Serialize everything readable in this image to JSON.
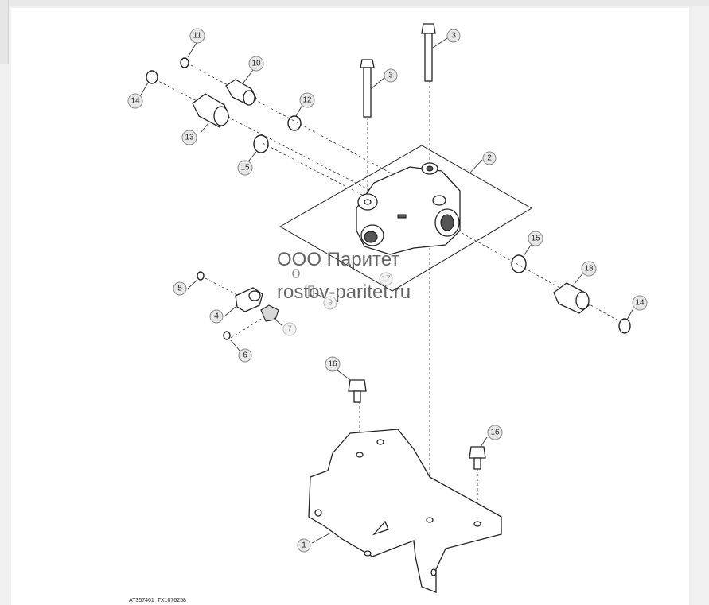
{
  "watermark": {
    "line1": "ООО Паритет",
    "line2": "rostov-paritet.ru"
  },
  "figure_code": "AT357461_TX1076258",
  "callouts": {
    "c1": "1",
    "c2": "2",
    "c3a": "3",
    "c3b": "3",
    "c4": "4",
    "c5": "5",
    "c6": "6",
    "c7": "7",
    "c9": "9",
    "c10": "10",
    "c11": "11",
    "c12": "12",
    "c13a": "13",
    "c13b": "13",
    "c14a": "14",
    "c14b": "14",
    "c15a": "15",
    "c15b": "15",
    "c16a": "16",
    "c16b": "16",
    "c17": "17"
  },
  "colors": {
    "page_background": "#f0f0f0",
    "sheet": "#ffffff",
    "callout_fill": "#e8e8e8",
    "line": "#222222"
  }
}
